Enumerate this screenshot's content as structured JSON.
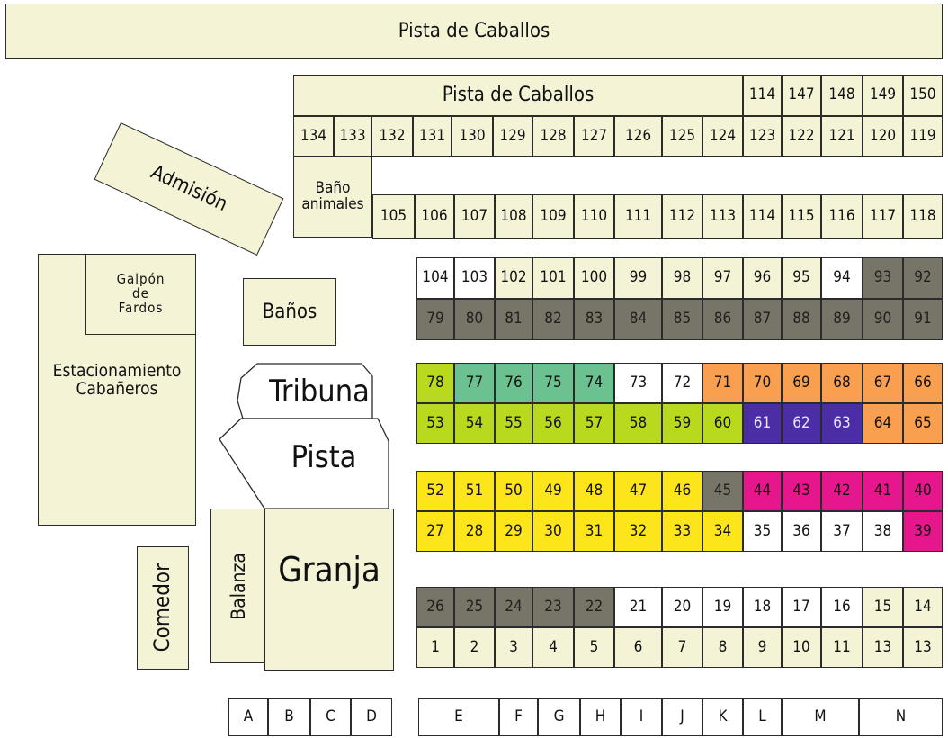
{
  "colors": {
    "cream": "#f5f3d6",
    "white": "#ffffff",
    "gray": "#767567",
    "lightgreen": "#b8d91e",
    "teal": "#6bc18f",
    "orange": "#f8a050",
    "purple": "#4b2ea6",
    "yellow": "#fde51b",
    "magenta": "#e6178c"
  },
  "areas": {
    "pista_top": "Pista de Caballos",
    "pista_mid": "Pista de Caballos",
    "admision": "Admisión",
    "bano_animales": "Baño\nanimales",
    "galpon": "Galpón\nde\nFardos",
    "estacionamiento": "Estacionamiento\nCabañeros",
    "banos": "Baños",
    "tribuna": "Tribuna",
    "pista": "Pista",
    "balanza": "Balanza",
    "granja": "Granja",
    "comedor": "Comedor"
  },
  "rows": {
    "r0": [
      {
        "n": "114",
        "c": "cream"
      },
      {
        "n": "147",
        "c": "cream"
      },
      {
        "n": "148",
        "c": "cream"
      },
      {
        "n": "149",
        "c": "cream"
      },
      {
        "n": "150",
        "c": "cream"
      }
    ],
    "r1": [
      {
        "n": "134",
        "c": "cream"
      },
      {
        "n": "133",
        "c": "cream"
      },
      {
        "n": "132",
        "c": "cream"
      },
      {
        "n": "131",
        "c": "cream"
      },
      {
        "n": "130",
        "c": "cream"
      },
      {
        "n": "129",
        "c": "cream"
      },
      {
        "n": "128",
        "c": "cream"
      },
      {
        "n": "127",
        "c": "cream"
      },
      {
        "n": "126",
        "c": "cream"
      },
      {
        "n": "125",
        "c": "cream"
      },
      {
        "n": "124",
        "c": "cream"
      },
      {
        "n": "123",
        "c": "cream"
      },
      {
        "n": "122",
        "c": "cream"
      },
      {
        "n": "121",
        "c": "cream"
      },
      {
        "n": "120",
        "c": "cream"
      },
      {
        "n": "119",
        "c": "cream"
      }
    ],
    "r2": [
      {
        "n": "105",
        "c": "cream"
      },
      {
        "n": "106",
        "c": "cream"
      },
      {
        "n": "107",
        "c": "cream"
      },
      {
        "n": "108",
        "c": "cream"
      },
      {
        "n": "109",
        "c": "cream"
      },
      {
        "n": "110",
        "c": "cream"
      },
      {
        "n": "111",
        "c": "cream"
      },
      {
        "n": "112",
        "c": "cream"
      },
      {
        "n": "113",
        "c": "cream"
      },
      {
        "n": "114",
        "c": "cream"
      },
      {
        "n": "115",
        "c": "cream"
      },
      {
        "n": "116",
        "c": "cream"
      },
      {
        "n": "117",
        "c": "cream"
      },
      {
        "n": "118",
        "c": "cream"
      }
    ],
    "r3": [
      {
        "n": "104",
        "c": "white"
      },
      {
        "n": "103",
        "c": "white"
      },
      {
        "n": "102",
        "c": "cream"
      },
      {
        "n": "101",
        "c": "cream"
      },
      {
        "n": "100",
        "c": "cream"
      },
      {
        "n": "99",
        "c": "cream"
      },
      {
        "n": "98",
        "c": "cream"
      },
      {
        "n": "97",
        "c": "cream"
      },
      {
        "n": "96",
        "c": "cream"
      },
      {
        "n": "95",
        "c": "cream"
      },
      {
        "n": "94",
        "c": "white"
      },
      {
        "n": "93",
        "c": "gray"
      },
      {
        "n": "92",
        "c": "gray"
      }
    ],
    "r4": [
      {
        "n": "79",
        "c": "gray"
      },
      {
        "n": "80",
        "c": "gray"
      },
      {
        "n": "81",
        "c": "gray"
      },
      {
        "n": "82",
        "c": "gray"
      },
      {
        "n": "83",
        "c": "gray"
      },
      {
        "n": "84",
        "c": "gray"
      },
      {
        "n": "85",
        "c": "gray"
      },
      {
        "n": "86",
        "c": "gray"
      },
      {
        "n": "87",
        "c": "gray"
      },
      {
        "n": "88",
        "c": "gray"
      },
      {
        "n": "89",
        "c": "gray"
      },
      {
        "n": "90",
        "c": "gray"
      },
      {
        "n": "91",
        "c": "gray"
      }
    ],
    "r5": [
      {
        "n": "78",
        "c": "lightgreen"
      },
      {
        "n": "77",
        "c": "teal"
      },
      {
        "n": "76",
        "c": "teal"
      },
      {
        "n": "75",
        "c": "teal"
      },
      {
        "n": "74",
        "c": "teal"
      },
      {
        "n": "73",
        "c": "white"
      },
      {
        "n": "72",
        "c": "white"
      },
      {
        "n": "71",
        "c": "orange"
      },
      {
        "n": "70",
        "c": "orange"
      },
      {
        "n": "69",
        "c": "orange"
      },
      {
        "n": "68",
        "c": "orange"
      },
      {
        "n": "67",
        "c": "orange"
      },
      {
        "n": "66",
        "c": "orange"
      }
    ],
    "r6": [
      {
        "n": "53",
        "c": "lightgreen"
      },
      {
        "n": "54",
        "c": "lightgreen"
      },
      {
        "n": "55",
        "c": "lightgreen"
      },
      {
        "n": "56",
        "c": "lightgreen"
      },
      {
        "n": "57",
        "c": "lightgreen"
      },
      {
        "n": "58",
        "c": "lightgreen"
      },
      {
        "n": "59",
        "c": "lightgreen"
      },
      {
        "n": "60",
        "c": "lightgreen"
      },
      {
        "n": "61",
        "c": "purple"
      },
      {
        "n": "62",
        "c": "purple"
      },
      {
        "n": "63",
        "c": "purple"
      },
      {
        "n": "64",
        "c": "orange"
      },
      {
        "n": "65",
        "c": "orange"
      }
    ],
    "r7": [
      {
        "n": "52",
        "c": "yellow"
      },
      {
        "n": "51",
        "c": "yellow"
      },
      {
        "n": "50",
        "c": "yellow"
      },
      {
        "n": "49",
        "c": "yellow"
      },
      {
        "n": "48",
        "c": "yellow"
      },
      {
        "n": "47",
        "c": "yellow"
      },
      {
        "n": "46",
        "c": "yellow"
      },
      {
        "n": "45",
        "c": "gray"
      },
      {
        "n": "44",
        "c": "magenta"
      },
      {
        "n": "43",
        "c": "magenta"
      },
      {
        "n": "42",
        "c": "magenta"
      },
      {
        "n": "41",
        "c": "magenta"
      },
      {
        "n": "40",
        "c": "magenta"
      }
    ],
    "r8": [
      {
        "n": "27",
        "c": "yellow"
      },
      {
        "n": "28",
        "c": "yellow"
      },
      {
        "n": "29",
        "c": "yellow"
      },
      {
        "n": "30",
        "c": "yellow"
      },
      {
        "n": "31",
        "c": "yellow"
      },
      {
        "n": "32",
        "c": "yellow"
      },
      {
        "n": "33",
        "c": "yellow"
      },
      {
        "n": "34",
        "c": "yellow"
      },
      {
        "n": "35",
        "c": "white"
      },
      {
        "n": "36",
        "c": "white"
      },
      {
        "n": "37",
        "c": "white"
      },
      {
        "n": "38",
        "c": "white"
      },
      {
        "n": "39",
        "c": "magenta"
      }
    ],
    "r9": [
      {
        "n": "26",
        "c": "gray"
      },
      {
        "n": "25",
        "c": "gray"
      },
      {
        "n": "24",
        "c": "gray"
      },
      {
        "n": "23",
        "c": "gray"
      },
      {
        "n": "22",
        "c": "gray"
      },
      {
        "n": "21",
        "c": "white"
      },
      {
        "n": "20",
        "c": "white"
      },
      {
        "n": "19",
        "c": "white"
      },
      {
        "n": "18",
        "c": "white"
      },
      {
        "n": "17",
        "c": "white"
      },
      {
        "n": "16",
        "c": "white"
      },
      {
        "n": "15",
        "c": "cream"
      },
      {
        "n": "14",
        "c": "cream"
      }
    ],
    "r10": [
      {
        "n": "1",
        "c": "cream"
      },
      {
        "n": "2",
        "c": "cream"
      },
      {
        "n": "3",
        "c": "cream"
      },
      {
        "n": "4",
        "c": "cream"
      },
      {
        "n": "5",
        "c": "cream"
      },
      {
        "n": "6",
        "c": "cream"
      },
      {
        "n": "7",
        "c": "cream"
      },
      {
        "n": "8",
        "c": "cream"
      },
      {
        "n": "9",
        "c": "cream"
      },
      {
        "n": "10",
        "c": "cream"
      },
      {
        "n": "11",
        "c": "cream"
      },
      {
        "n": "13",
        "c": "cream"
      },
      {
        "n": "13",
        "c": "cream"
      }
    ],
    "letters_left": [
      "A",
      "B",
      "C",
      "D"
    ],
    "letters_right": [
      "E",
      "F",
      "G",
      "H",
      "I",
      "J",
      "K",
      "L",
      "M",
      "N"
    ]
  }
}
